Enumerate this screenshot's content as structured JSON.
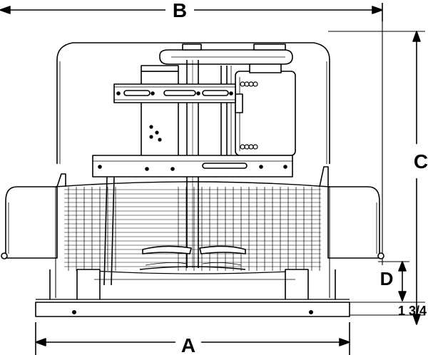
{
  "dimensions": {
    "a": "A",
    "b": "B",
    "c": "C",
    "d": "D",
    "flange": "1 3/4"
  }
}
